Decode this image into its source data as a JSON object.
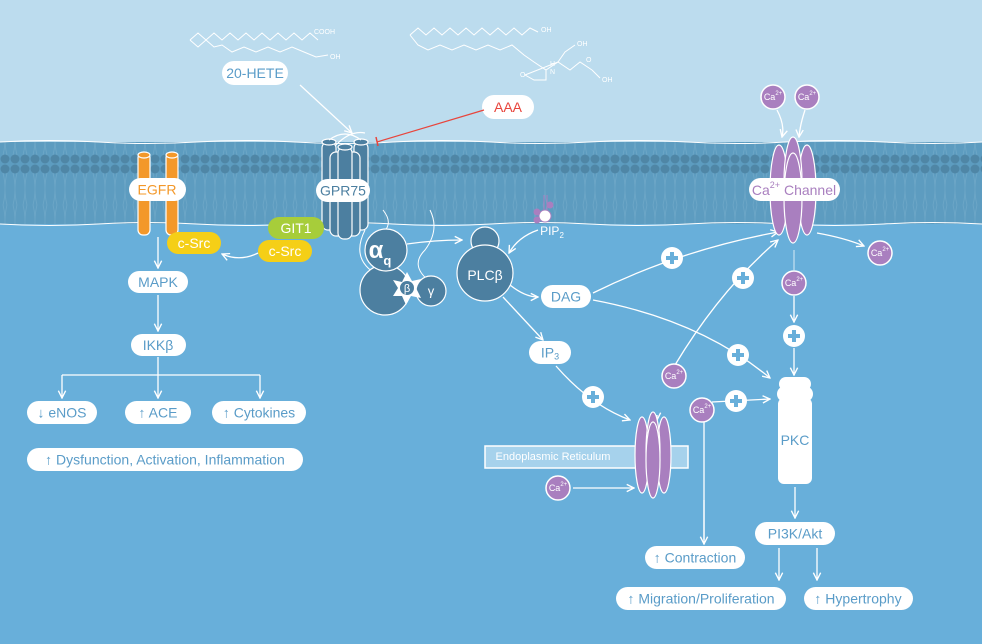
{
  "colors": {
    "extracellular": "#bcdcee",
    "cytoplasm": "#68afda",
    "membrane": "#4f86a6",
    "receptor": "#4c7fa0",
    "egfr": "#f3982a",
    "csrc": "#f5cf17",
    "git1": "#a7cd3a",
    "calcium": "#a97fbf",
    "inhibitor": "#e8453c"
  },
  "ligands": {
    "hete": "20-HETE",
    "aaa": "AAA",
    "hete_chem": [
      "COOH",
      "OH"
    ],
    "aaa_chem": [
      "OH",
      "H",
      "N",
      "O",
      "OH",
      "O",
      "OH"
    ]
  },
  "membrane": {
    "receptor": "GPR75",
    "egfr": "EGFR",
    "csrc_egfr": "c-Src",
    "git1": "GIT1",
    "csrc_git": "c-Src",
    "pip2": "PIP",
    "pip2_sub": "2",
    "pip2_p": "P",
    "ca_channel": "Ca",
    "ca_channel_sup": "2+",
    "ca_channel_rest": " Channel"
  },
  "gprotein": {
    "alpha": "α",
    "alpha_sub": "q",
    "beta": "β",
    "gamma": "γ"
  },
  "left_pathway": {
    "mapk": "MAPK",
    "ikk": "IKKβ",
    "enos": "↓ eNOS",
    "ace": "↑ ACE",
    "cytokines": "↑ Cytokines",
    "outcome": "↑ Dysfunction, Activation, Inflammation"
  },
  "right_pathway": {
    "plc": "PLCβ",
    "dag": "DAG",
    "ip3": "IP",
    "ip3_sub": "3",
    "er": "Endoplasmic Reticulum",
    "pkc": "PKC",
    "pi3k": "PI3K/Akt",
    "contraction": "↑ Contraction",
    "migration": "↑ Migration/Proliferation",
    "hypertrophy": "↑ Hypertrophy"
  },
  "ion": {
    "label": "Ca",
    "sup": "2+"
  },
  "icons": [
    "plus-icon",
    "arrow-icon",
    "inhibition-icon"
  ]
}
